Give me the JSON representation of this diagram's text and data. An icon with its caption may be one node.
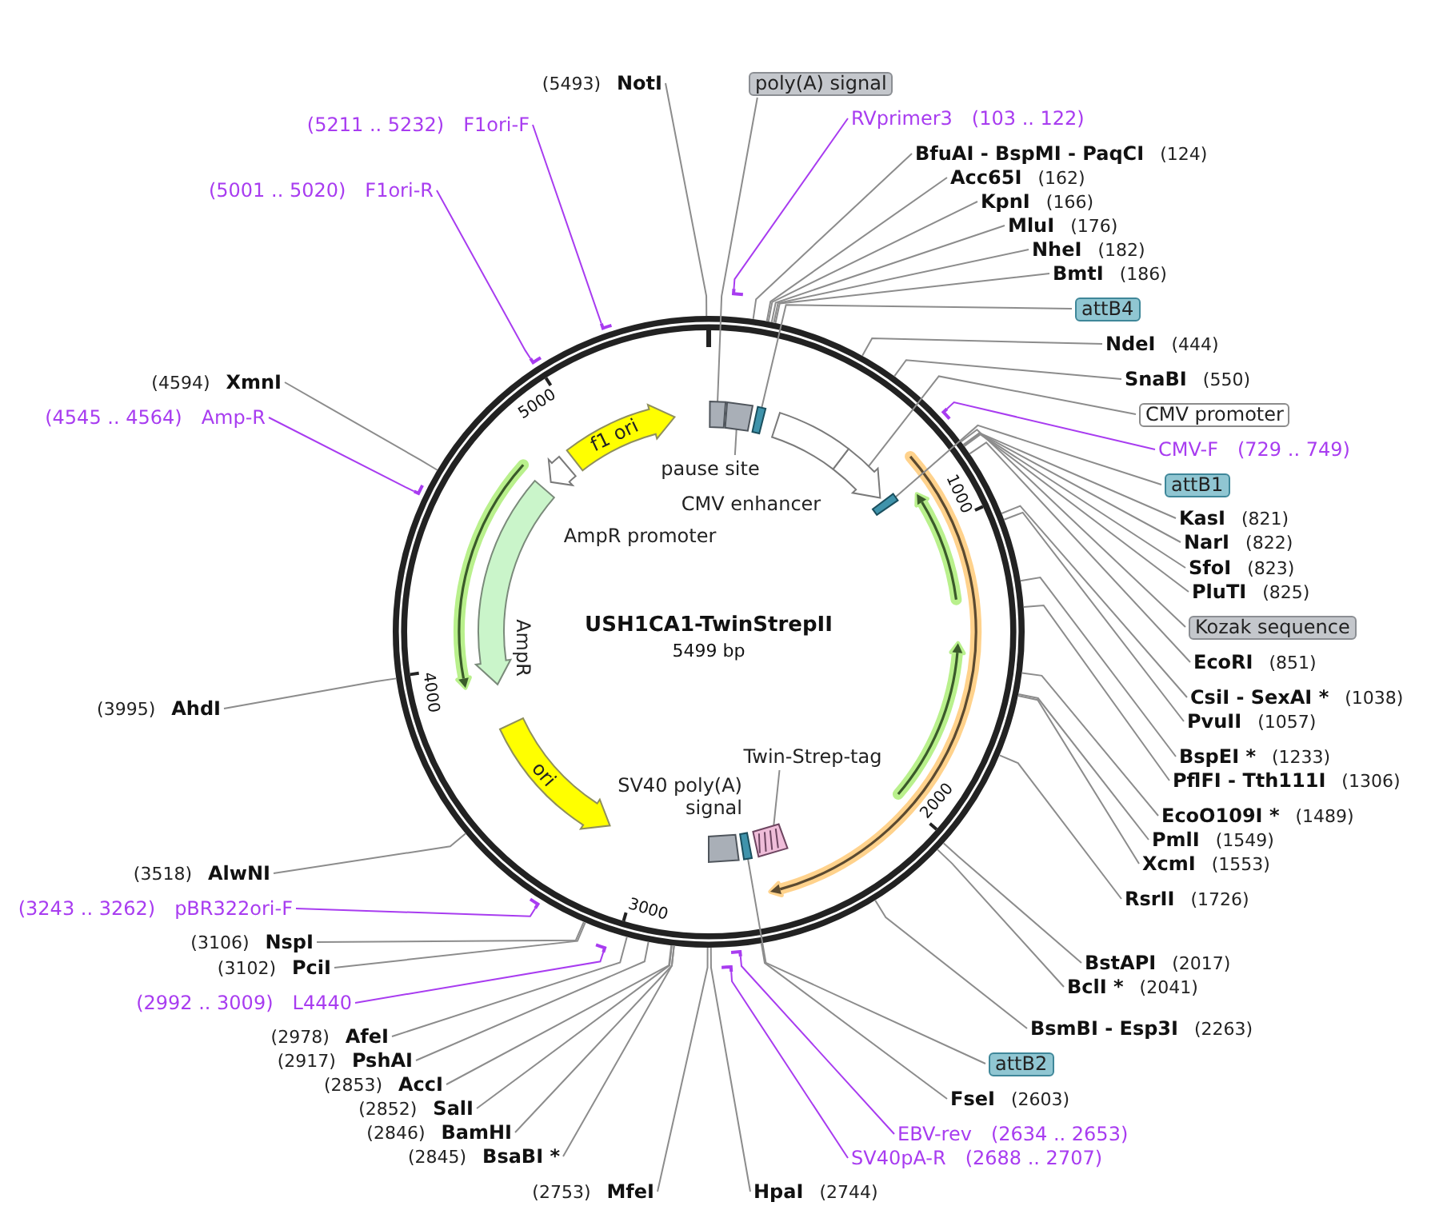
{
  "diagram": {
    "title": "USH1CA1-TwinStrepII",
    "nodes": [
      {
        "text": [
          "(5493)",
          "NotI"
        ]
      },
      {
        "text": [
          "poly(A) signal"
        ]
      },
      {
        "text": [
          "RVprimer3",
          "(103 .. 122)"
        ]
      },
      {
        "text": [
          "(5211 .. 5232)",
          "F1ori-F"
        ]
      },
      {
        "text": [
          "BfuAI - BspMI - PaqCI",
          "(124)"
        ]
      },
      {
        "text": [
          "Acc65I",
          "(162)"
        ]
      },
      {
        "text": [
          "KpnI",
          "(166)"
        ]
      },
      {
        "text": [
          "MluI",
          "(176)"
        ]
      },
      {
        "text": [
          "NheI",
          "(182)"
        ]
      },
      {
        "text": [
          "BmtI",
          "(186)"
        ]
      },
      {
        "text": [
          "(5001 .. 5020)",
          "F1ori-R"
        ]
      },
      {
        "text": [
          "attB4"
        ]
      },
      {
        "text": [
          "NdeI",
          "(444)"
        ]
      },
      {
        "text": [
          "SnaBI",
          "(550)"
        ]
      },
      {
        "text": [
          "(4594)",
          "XmnI"
        ]
      },
      {
        "text": [
          "CMV promoter"
        ]
      },
      {
        "text": [
          "(4545 .. 4564)",
          "Amp-R"
        ]
      },
      {
        "text": [
          "CMV-F",
          "(729 .. 749)"
        ]
      },
      {
        "text": [
          "attB1"
        ]
      },
      {
        "text": [
          "KasI",
          "(821)"
        ]
      },
      {
        "text": [
          "NarI",
          "(822)"
        ]
      },
      {
        "text": [
          "SfoI",
          "(823)"
        ]
      },
      {
        "text": [
          "PluTI",
          "(825)"
        ]
      },
      {
        "text": [
          "Kozak sequence"
        ]
      },
      {
        "text": [
          "EcoRI",
          "(851)"
        ]
      },
      {
        "text": [
          "CsiI - SexAI *",
          "(1038)"
        ]
      },
      {
        "text": [
          "PvuII",
          "(1057)"
        ]
      },
      {
        "text": [
          "(3995)",
          "AhdI"
        ]
      },
      {
        "text": [
          "BspEI *",
          "(1233)"
        ]
      },
      {
        "text": [
          "PflFI - Tth111I",
          "(1306)"
        ]
      },
      {
        "text": [
          "EcoO109I *",
          "(1489)"
        ]
      },
      {
        "text": [
          "PmlI",
          "(1549)"
        ]
      },
      {
        "text": [
          "XcmI",
          "(1553)"
        ]
      },
      {
        "text": [
          "(3518)",
          "AlwNI"
        ]
      },
      {
        "text": [
          "RsrII",
          "(1726)"
        ]
      },
      {
        "text": [
          "(3243 .. 3262)",
          "pBR322ori-F"
        ]
      },
      {
        "text": [
          "(3106)",
          "NspI"
        ]
      },
      {
        "text": [
          "(3102)",
          "PciI"
        ]
      },
      {
        "text": [
          "BstAPI",
          "(2017)"
        ]
      },
      {
        "text": [
          "BclI *",
          "(2041)"
        ]
      },
      {
        "text": [
          "(2992 .. 3009)",
          "L4440"
        ]
      },
      {
        "text": [
          "BsmBI - Esp3I",
          "(2263)"
        ]
      },
      {
        "text": [
          "(2978)",
          "AfeI"
        ]
      },
      {
        "text": [
          "(2917)",
          "PshAI"
        ]
      },
      {
        "text": [
          "attB2"
        ]
      },
      {
        "text": [
          "(2853)",
          "AccI"
        ]
      },
      {
        "text": [
          "(2852)",
          "SalI"
        ]
      },
      {
        "text": [
          "FseI",
          "(2603)"
        ]
      },
      {
        "text": [
          "(2846)",
          "BamHI"
        ]
      },
      {
        "text": [
          "EBV-rev",
          "(2634 .. 2653)"
        ]
      },
      {
        "text": [
          "(2845)",
          "BsaBI *"
        ]
      },
      {
        "text": [
          "SV40pA-R",
          "(2688 .. 2707)"
        ]
      },
      {
        "text": [
          "(2753)",
          "MfeI"
        ]
      },
      {
        "text": [
          "HpaI",
          "(2744)"
        ]
      },
      {
        "text": [
          "f1 ori"
        ]
      },
      {
        "text": [
          "pause site"
        ]
      },
      {
        "text": [
          "CMV enhancer"
        ]
      },
      {
        "text": [
          "AmpR promoter"
        ]
      },
      {
        "text": [
          "AmpR"
        ]
      },
      {
        "text": [
          "ori"
        ]
      },
      {
        "text": [
          "SV40 poly(A) signal"
        ]
      },
      {
        "text": [
          "Twin-Strep-tag"
        ]
      },
      {
        "text": [],
        "shape": "box"
      },
      {
        "text": [],
        "shape": "box"
      },
      {
        "text": [],
        "shape": "bar"
      },
      {
        "text": [],
        "shape": "arrow"
      },
      {
        "text": [],
        "shape": "bar"
      },
      {
        "text": [],
        "shape": "bar"
      },
      {
        "text": [],
        "shape": "box"
      },
      {
        "text": [],
        "shape": "bar"
      },
      {
        "text": [],
        "shape": "bar"
      },
      {
        "text": [],
        "shape": "bar"
      },
      {
        "text": [],
        "shape": "bar"
      },
      {
        "text": [],
        "shape": "bar"
      },
      {
        "text": [],
        "shape": "bar"
      },
      {
        "text": [],
        "shape": "bar"
      },
      {
        "text": [],
        "shape": "bar"
      },
      {
        "text": [],
        "shape": "bar"
      }
    ],
    "edges": [
      {
        "from": 0,
        "to": null,
        "arrow": "none"
      },
      {
        "from": 1,
        "to": 62,
        "arrow": "none"
      },
      {
        "from": 2,
        "to": 69,
        "arrow": "none",
        "color": "#a83cf0"
      },
      {
        "from": 3,
        "to": 70,
        "arrow": "none",
        "color": "#a83cf0"
      },
      {
        "from": 4,
        "to": null,
        "arrow": "none"
      },
      {
        "from": 5,
        "to": null,
        "arrow": "none"
      },
      {
        "from": 6,
        "to": null,
        "arrow": "none"
      },
      {
        "from": 7,
        "to": null,
        "arrow": "none"
      },
      {
        "from": 8,
        "to": null,
        "arrow": "none"
      },
      {
        "from": 9,
        "to": null,
        "arrow": "none"
      },
      {
        "from": 10,
        "to": 71,
        "arrow": "none",
        "color": "#a83cf0"
      },
      {
        "from": 11,
        "to": 64,
        "arrow": "none"
      },
      {
        "from": 12,
        "to": null,
        "arrow": "none"
      },
      {
        "from": 13,
        "to": null,
        "arrow": "none"
      },
      {
        "from": 14,
        "to": null,
        "arrow": "none"
      },
      {
        "from": 15,
        "to": 65,
        "arrow": "none"
      },
      {
        "from": 16,
        "to": 72,
        "arrow": "none",
        "color": "#a83cf0"
      },
      {
        "from": 17,
        "to": 73,
        "arrow": "none",
        "color": "#a83cf0"
      },
      {
        "from": 18,
        "to": 66,
        "arrow": "none"
      },
      {
        "from": 19,
        "to": null,
        "arrow": "none"
      },
      {
        "from": 20,
        "to": null,
        "arrow": "none"
      },
      {
        "from": 21,
        "to": null,
        "arrow": "none"
      },
      {
        "from": 22,
        "to": null,
        "arrow": "none"
      },
      {
        "from": 23,
        "to": null,
        "arrow": "none"
      },
      {
        "from": 24,
        "to": null,
        "arrow": "none"
      },
      {
        "from": 25,
        "to": null,
        "arrow": "none"
      },
      {
        "from": 26,
        "to": null,
        "arrow": "none"
      },
      {
        "from": 27,
        "to": null,
        "arrow": "none"
      },
      {
        "from": 28,
        "to": null,
        "arrow": "none"
      },
      {
        "from": 29,
        "to": null,
        "arrow": "none"
      },
      {
        "from": 30,
        "to": null,
        "arrow": "none"
      },
      {
        "from": 31,
        "to": null,
        "arrow": "none"
      },
      {
        "from": 32,
        "to": null,
        "arrow": "none"
      },
      {
        "from": 33,
        "to": null,
        "arrow": "none"
      },
      {
        "from": 34,
        "to": null,
        "arrow": "none"
      },
      {
        "from": 35,
        "to": 74,
        "arrow": "none",
        "color": "#a83cf0"
      },
      {
        "from": 36,
        "to": null,
        "arrow": "none"
      },
      {
        "from": 37,
        "to": null,
        "arrow": "none"
      },
      {
        "from": 38,
        "to": null,
        "arrow": "none"
      },
      {
        "from": 39,
        "to": null,
        "arrow": "none"
      },
      {
        "from": 40,
        "to": 75,
        "arrow": "none",
        "color": "#a83cf0"
      },
      {
        "from": 41,
        "to": null,
        "arrow": "none"
      },
      {
        "from": 42,
        "to": null,
        "arrow": "none"
      },
      {
        "from": 43,
        "to": null,
        "arrow": "none"
      },
      {
        "from": 44,
        "to": 67,
        "arrow": "none"
      },
      {
        "from": 45,
        "to": null,
        "arrow": "none"
      },
      {
        "from": 46,
        "to": null,
        "arrow": "none"
      },
      {
        "from": 47,
        "to": null,
        "arrow": "none"
      },
      {
        "from": 48,
        "to": null,
        "arrow": "none"
      },
      {
        "from": 49,
        "to": 76,
        "arrow": "none",
        "color": "#a83cf0"
      },
      {
        "from": 50,
        "to": null,
        "arrow": "none"
      },
      {
        "from": 51,
        "to": 77,
        "arrow": "none",
        "color": "#a83cf0"
      },
      {
        "from": 52,
        "to": null,
        "arrow": "none"
      },
      {
        "from": 53,
        "to": null,
        "arrow": "none"
      },
      {
        "from": 55,
        "to": 63,
        "arrow": "none"
      },
      {
        "from": 61,
        "to": 68,
        "arrow": "none"
      }
    ],
    "labels": [
      "5499 bp",
      "1000",
      "2000",
      "3000",
      "4000",
      "5000"
    ]
  }
}
